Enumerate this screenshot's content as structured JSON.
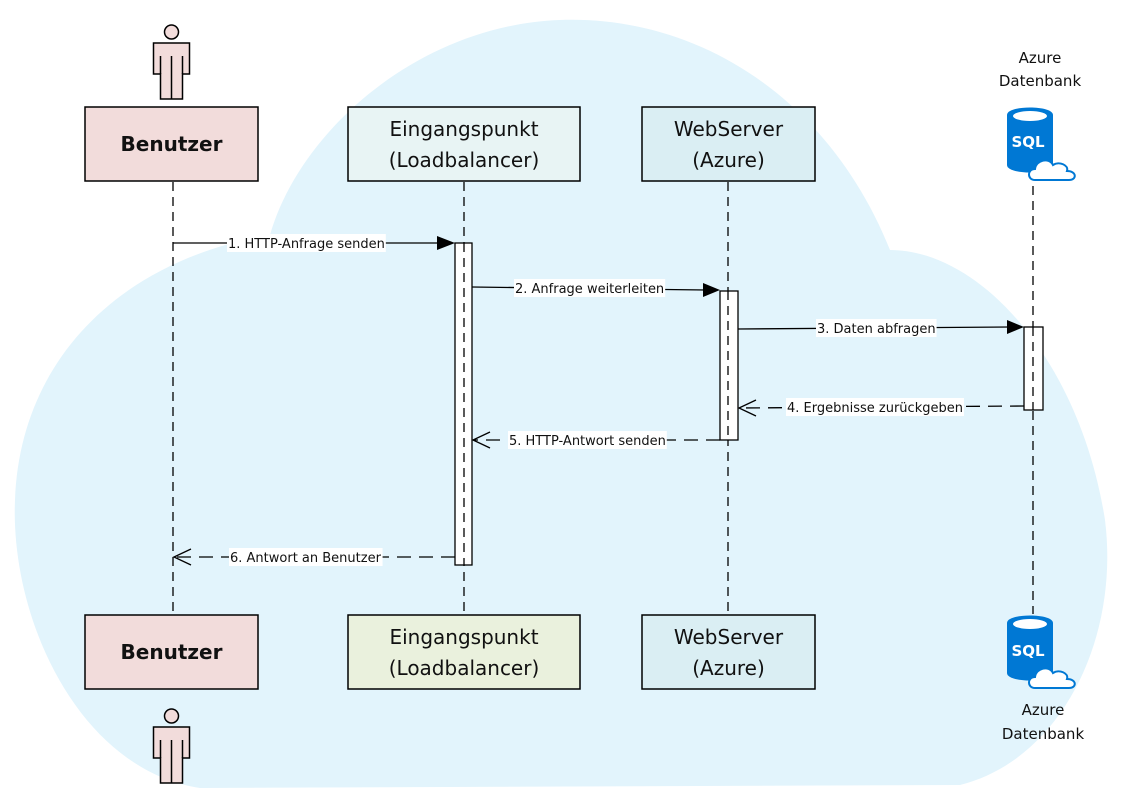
{
  "diagram": {
    "type": "sequence",
    "background_color": "#e2f4fc",
    "participants": [
      {
        "id": "user",
        "line1": "Benutzer",
        "line2": "",
        "bold": true,
        "fill": "#f2dcdb",
        "bottom_fill": "#f2dcdb",
        "icon": "person-icon"
      },
      {
        "id": "lb",
        "line1": "Eingangspunkt",
        "line2": "(Loadbalancer)",
        "bold": false,
        "fill": "#e8f4f4",
        "bottom_fill": "#eaf1dd",
        "icon": ""
      },
      {
        "id": "web",
        "line1": "WebServer",
        "line2": "(Azure)",
        "bold": false,
        "fill": "#daeef3",
        "bottom_fill": "#daeef3",
        "icon": ""
      },
      {
        "id": "db",
        "line1": "Azure",
        "line2": "Datenbank",
        "bold": false,
        "fill": "",
        "bottom_fill": "",
        "icon": "sql-database-icon"
      }
    ],
    "sql_icon_text": "SQL",
    "messages": [
      {
        "n": 1,
        "label": "1. HTTP-Anfrage senden",
        "from": "user",
        "to": "lb",
        "kind": "sync"
      },
      {
        "n": 2,
        "label": "2. Anfrage weiterleiten",
        "from": "lb",
        "to": "web",
        "kind": "sync"
      },
      {
        "n": 3,
        "label": "3. Daten abfragen",
        "from": "web",
        "to": "db",
        "kind": "sync"
      },
      {
        "n": 4,
        "label": "4. Ergebnisse zurückgeben",
        "from": "db",
        "to": "web",
        "kind": "reply"
      },
      {
        "n": 5,
        "label": "5. HTTP-Antwort senden",
        "from": "web",
        "to": "lb",
        "kind": "reply"
      },
      {
        "n": 6,
        "label": "6. Antwort an Benutzer",
        "from": "lb",
        "to": "user",
        "kind": "reply"
      }
    ],
    "colors": {
      "sql_blue": "#0078d4",
      "line": "#000000"
    }
  }
}
